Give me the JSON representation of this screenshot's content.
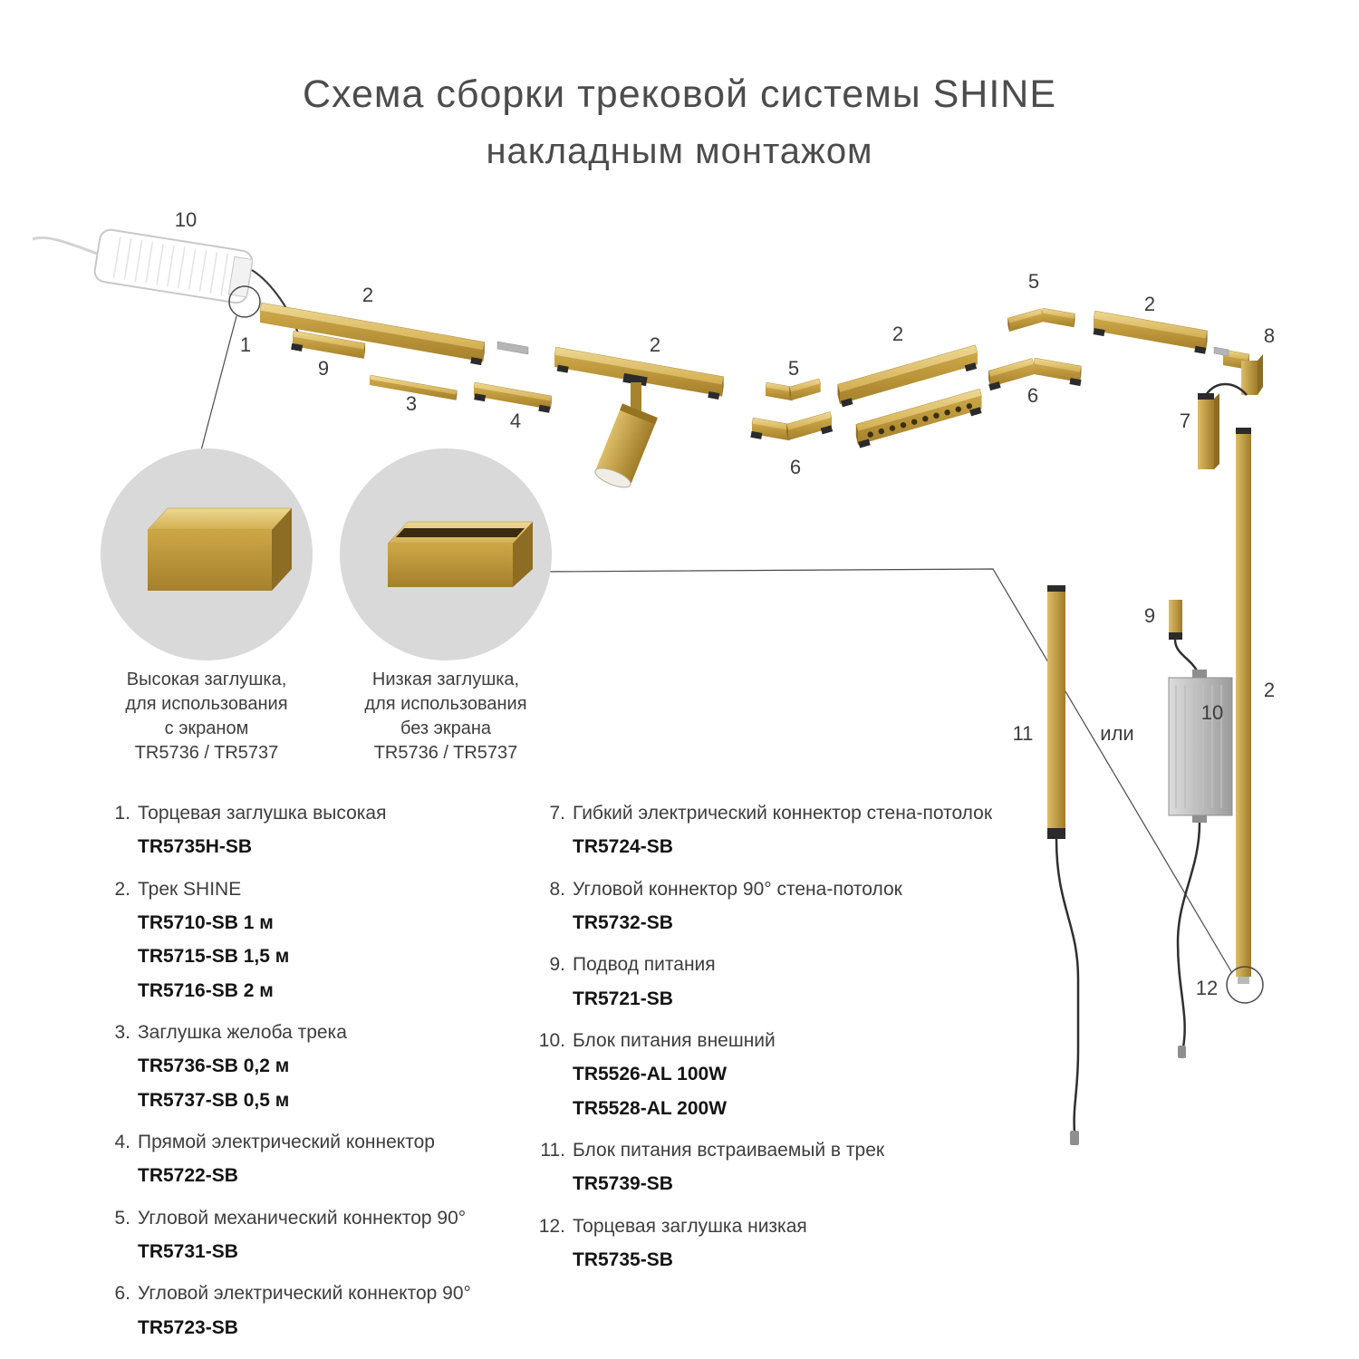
{
  "title": {
    "line1": "Схема сборки трековой системы SHINE",
    "line2": "накладным монтажом"
  },
  "insets": {
    "left": {
      "lines": [
        "Высокая заглушка,",
        "для использования",
        "с экраном",
        "TR5736 / TR5737"
      ]
    },
    "right": {
      "lines": [
        "Низкая заглушка,",
        "для использования",
        "без экрана",
        "TR5736 / TR5737"
      ]
    }
  },
  "diagram": {
    "labels": [
      "10",
      "2",
      "1",
      "9",
      "3",
      "4",
      "2",
      "5",
      "6",
      "2",
      "5",
      "6",
      "2",
      "8",
      "7",
      "9",
      "2",
      "11",
      "или",
      "10",
      "12"
    ],
    "colors": {
      "gold": "#c9a445",
      "gold_light": "#ecd28c",
      "gold_dark": "#8a6a22",
      "inset_circle": "#d9d9d9"
    }
  },
  "parts": {
    "left": [
      {
        "num": "1.",
        "name": "Торцевая заглушка высокая",
        "codes": [
          "TR5735H-SB"
        ]
      },
      {
        "num": "2.",
        "name": "Трек SHINE",
        "codes": [
          "TR5710-SB  1 м",
          "TR5715-SB 1,5 м",
          "TR5716-SB 2 м"
        ]
      },
      {
        "num": "3.",
        "name": "Заглушка желоба трека",
        "codes": [
          "TR5736-SB  0,2 м",
          "TR5737-SB  0,5 м"
        ]
      },
      {
        "num": "4.",
        "name": "Прямой электрический коннектор",
        "codes": [
          "TR5722-SB"
        ]
      },
      {
        "num": "5.",
        "name": "Угловой механический коннектор 90°",
        "codes": [
          "TR5731-SB"
        ]
      },
      {
        "num": "6.",
        "name": "Угловой электрический коннектор 90°",
        "codes": [
          "TR5723-SB"
        ]
      }
    ],
    "right": [
      {
        "num": "7.",
        "name": "Гибкий электрический коннектор стена-потолок",
        "codes": [
          "TR5724-SB"
        ]
      },
      {
        "num": "8.",
        "name": "Угловой коннектор 90° стена-потолок",
        "codes": [
          "TR5732-SB"
        ]
      },
      {
        "num": "9.",
        "name": "Подвод питания",
        "codes": [
          "TR5721-SB"
        ]
      },
      {
        "num": "10.",
        "name": "Блок питания внешний",
        "codes": [
          "TR5526-AL 100W",
          "TR5528-AL 200W"
        ]
      },
      {
        "num": "11.",
        "name": "Блок питания встраиваемый в трек",
        "codes": [
          "TR5739-SB"
        ]
      },
      {
        "num": "12.",
        "name": "Торцевая заглушка низкая",
        "codes": [
          "TR5735-SB"
        ]
      }
    ]
  }
}
